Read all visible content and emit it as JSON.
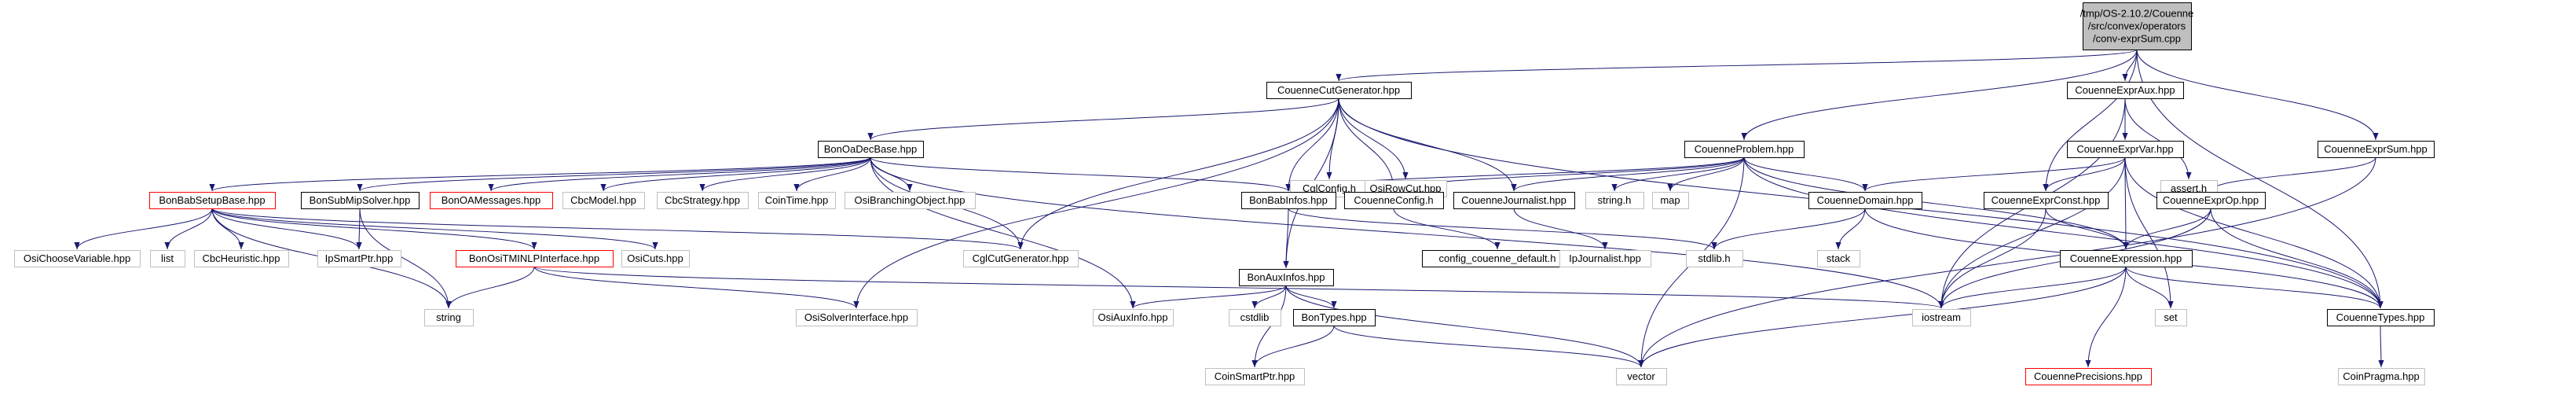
{
  "colors": {
    "background": "#ffffff",
    "node_border": "#000000",
    "ext_border": "#bfbfbf",
    "red_border": "#ff0000",
    "root_fill": "#bfbfbf",
    "text": "#000000",
    "ext_text": "#000000",
    "edge": "#191970"
  },
  "nodes": [
    {
      "id": "root",
      "lines": [
        "/tmp/OS-2.10.2/Couenne",
        "/src/convex/operators",
        "/conv-exprSum.cpp"
      ],
      "kind": "root"
    },
    {
      "id": "CouenneCutGenerator",
      "lines": [
        "CouenneCutGenerator.hpp"
      ],
      "kind": "normal"
    },
    {
      "id": "CouenneExprAux",
      "lines": [
        "CouenneExprAux.hpp"
      ],
      "kind": "normal"
    },
    {
      "id": "CouenneExprSum",
      "lines": [
        "CouenneExprSum.hpp"
      ],
      "kind": "normal"
    },
    {
      "id": "BonOaDecBase",
      "lines": [
        "BonOaDecBase.hpp"
      ],
      "kind": "normal"
    },
    {
      "id": "CglConfig",
      "lines": [
        "CglConfig.h"
      ],
      "kind": "ext"
    },
    {
      "id": "OsiRowCut",
      "lines": [
        "OsiRowCut.hpp"
      ],
      "kind": "ext"
    },
    {
      "id": "CouenneProblem",
      "lines": [
        "CouenneProblem.hpp"
      ],
      "kind": "normal"
    },
    {
      "id": "CouenneExprVar",
      "lines": [
        "CouenneExprVar.hpp"
      ],
      "kind": "normal"
    },
    {
      "id": "assert",
      "lines": [
        "assert.h"
      ],
      "kind": "ext"
    },
    {
      "id": "BonBabSetupBase",
      "lines": [
        "BonBabSetupBase.hpp"
      ],
      "kind": "red"
    },
    {
      "id": "BonSubMipSolver",
      "lines": [
        "BonSubMipSolver.hpp"
      ],
      "kind": "normal"
    },
    {
      "id": "BonOAMessages",
      "lines": [
        "BonOAMessages.hpp"
      ],
      "kind": "red"
    },
    {
      "id": "CbcModel",
      "lines": [
        "CbcModel.hpp"
      ],
      "kind": "ext"
    },
    {
      "id": "CbcStrategy",
      "lines": [
        "CbcStrategy.hpp"
      ],
      "kind": "ext"
    },
    {
      "id": "CoinTime",
      "lines": [
        "CoinTime.hpp"
      ],
      "kind": "ext"
    },
    {
      "id": "OsiBranchingObject",
      "lines": [
        "OsiBranchingObject.hpp"
      ],
      "kind": "ext"
    },
    {
      "id": "BonBabInfos",
      "lines": [
        "BonBabInfos.hpp"
      ],
      "kind": "normal"
    },
    {
      "id": "CouenneConfig",
      "lines": [
        "CouenneConfig.h"
      ],
      "kind": "normal"
    },
    {
      "id": "CouenneJournalist",
      "lines": [
        "CouenneJournalist.hpp"
      ],
      "kind": "normal"
    },
    {
      "id": "stringh",
      "lines": [
        "string.h"
      ],
      "kind": "ext"
    },
    {
      "id": "map",
      "lines": [
        "map"
      ],
      "kind": "ext"
    },
    {
      "id": "CouenneDomain",
      "lines": [
        "CouenneDomain.hpp"
      ],
      "kind": "normal"
    },
    {
      "id": "CouenneExprConst",
      "lines": [
        "CouenneExprConst.hpp"
      ],
      "kind": "normal"
    },
    {
      "id": "CouenneExprOp",
      "lines": [
        "CouenneExprOp.hpp"
      ],
      "kind": "normal"
    },
    {
      "id": "OsiChooseVariable",
      "lines": [
        "OsiChooseVariable.hpp"
      ],
      "kind": "ext"
    },
    {
      "id": "list",
      "lines": [
        "list"
      ],
      "kind": "ext"
    },
    {
      "id": "CbcHeuristic",
      "lines": [
        "CbcHeuristic.hpp"
      ],
      "kind": "ext"
    },
    {
      "id": "IpSmartPtr",
      "lines": [
        "IpSmartPtr.hpp"
      ],
      "kind": "ext"
    },
    {
      "id": "BonOsiTMINLPInterface",
      "lines": [
        "BonOsiTMINLPInterface.hpp"
      ],
      "kind": "red"
    },
    {
      "id": "OsiCuts",
      "lines": [
        "OsiCuts.hpp"
      ],
      "kind": "ext"
    },
    {
      "id": "CglCutGenerator",
      "lines": [
        "CglCutGenerator.hpp"
      ],
      "kind": "ext"
    },
    {
      "id": "config_couenne_default",
      "lines": [
        "config_couenne_default.h"
      ],
      "kind": "normal"
    },
    {
      "id": "IpJournalist",
      "lines": [
        "IpJournalist.hpp"
      ],
      "kind": "ext"
    },
    {
      "id": "stdlib",
      "lines": [
        "stdlib.h"
      ],
      "kind": "ext"
    },
    {
      "id": "stack",
      "lines": [
        "stack"
      ],
      "kind": "ext"
    },
    {
      "id": "CouenneExpression",
      "lines": [
        "CouenneExpression.hpp"
      ],
      "kind": "normal"
    },
    {
      "id": "BonAuxInfos",
      "lines": [
        "BonAuxInfos.hpp"
      ],
      "kind": "normal"
    },
    {
      "id": "string",
      "lines": [
        "string"
      ],
      "kind": "ext"
    },
    {
      "id": "OsiSolverInterface",
      "lines": [
        "OsiSolverInterface.hpp"
      ],
      "kind": "ext"
    },
    {
      "id": "iostream",
      "lines": [
        "iostream"
      ],
      "kind": "ext"
    },
    {
      "id": "OsiAuxInfo",
      "lines": [
        "OsiAuxInfo.hpp"
      ],
      "kind": "ext"
    },
    {
      "id": "cstdlib",
      "lines": [
        "cstdlib"
      ],
      "kind": "ext"
    },
    {
      "id": "BonTypes",
      "lines": [
        "BonTypes.hpp"
      ],
      "kind": "normal"
    },
    {
      "id": "CouennePrecisions",
      "lines": [
        "CouennePrecisions.hpp"
      ],
      "kind": "red"
    },
    {
      "id": "set",
      "lines": [
        "set"
      ],
      "kind": "ext"
    },
    {
      "id": "CouenneTypes",
      "lines": [
        "CouenneTypes.hpp"
      ],
      "kind": "normal"
    },
    {
      "id": "CoinSmartPtr",
      "lines": [
        "CoinSmartPtr.hpp"
      ],
      "kind": "ext"
    },
    {
      "id": "vector",
      "lines": [
        "vector"
      ],
      "kind": "ext"
    },
    {
      "id": "CoinPragma",
      "lines": [
        "CoinPragma.hpp"
      ],
      "kind": "ext"
    }
  ],
  "edges": [
    [
      "root",
      "CouenneCutGenerator"
    ],
    [
      "root",
      "CouenneProblem"
    ],
    [
      "root",
      "CouenneExprAux"
    ],
    [
      "root",
      "CouenneExprConst"
    ],
    [
      "root",
      "CouenneExprSum"
    ],
    [
      "root",
      "CouenneTypes"
    ],
    [
      "CouenneCutGenerator",
      "BonOaDecBase"
    ],
    [
      "CouenneCutGenerator",
      "CglConfig"
    ],
    [
      "CouenneCutGenerator",
      "OsiRowCut"
    ],
    [
      "CouenneCutGenerator",
      "CouenneConfig"
    ],
    [
      "CouenneCutGenerator",
      "CouenneJournalist"
    ],
    [
      "CouenneCutGenerator",
      "BonBabInfos"
    ],
    [
      "CouenneCutGenerator",
      "BonAuxInfos"
    ],
    [
      "CouenneCutGenerator",
      "CglCutGenerator"
    ],
    [
      "CouenneCutGenerator",
      "OsiSolverInterface"
    ],
    [
      "CouenneCutGenerator",
      "CouenneTypes"
    ],
    [
      "BonOaDecBase",
      "BonBabSetupBase"
    ],
    [
      "BonOaDecBase",
      "BonSubMipSolver"
    ],
    [
      "BonOaDecBase",
      "BonOAMessages"
    ],
    [
      "BonOaDecBase",
      "CbcModel"
    ],
    [
      "BonOaDecBase",
      "CbcStrategy"
    ],
    [
      "BonOaDecBase",
      "CoinTime"
    ],
    [
      "BonOaDecBase",
      "OsiBranchingObject"
    ],
    [
      "BonOaDecBase",
      "BonBabInfos"
    ],
    [
      "BonOaDecBase",
      "CglCutGenerator"
    ],
    [
      "BonOaDecBase",
      "OsiAuxInfo"
    ],
    [
      "BonOaDecBase",
      "iostream"
    ],
    [
      "BonBabSetupBase",
      "OsiChooseVariable"
    ],
    [
      "BonBabSetupBase",
      "list"
    ],
    [
      "BonBabSetupBase",
      "CbcHeuristic"
    ],
    [
      "BonBabSetupBase",
      "IpSmartPtr"
    ],
    [
      "BonBabSetupBase",
      "BonOsiTMINLPInterface"
    ],
    [
      "BonBabSetupBase",
      "OsiCuts"
    ],
    [
      "BonBabSetupBase",
      "CglCutGenerator"
    ],
    [
      "BonBabSetupBase",
      "string"
    ],
    [
      "BonSubMipSolver",
      "IpSmartPtr"
    ],
    [
      "BonSubMipSolver",
      "string"
    ],
    [
      "BonOsiTMINLPInterface",
      "string"
    ],
    [
      "BonOsiTMINLPInterface",
      "OsiSolverInterface"
    ],
    [
      "BonOsiTMINLPInterface",
      "iostream"
    ],
    [
      "BonBabInfos",
      "BonAuxInfos"
    ],
    [
      "BonBabInfos",
      "stdlib"
    ],
    [
      "BonAuxInfos",
      "OsiAuxInfo"
    ],
    [
      "BonAuxInfos",
      "cstdlib"
    ],
    [
      "BonAuxInfos",
      "BonTypes"
    ],
    [
      "BonAuxInfos",
      "CoinSmartPtr"
    ],
    [
      "BonAuxInfos",
      "vector"
    ],
    [
      "BonTypes",
      "CoinSmartPtr"
    ],
    [
      "BonTypes",
      "vector"
    ],
    [
      "CouenneConfig",
      "config_couenne_default"
    ],
    [
      "CouenneJournalist",
      "IpJournalist"
    ],
    [
      "CouenneProblem",
      "CouenneConfig"
    ],
    [
      "CouenneProblem",
      "CouenneJournalist"
    ],
    [
      "CouenneProblem",
      "stringh"
    ],
    [
      "CouenneProblem",
      "map"
    ],
    [
      "CouenneProblem",
      "CouenneDomain"
    ],
    [
      "CouenneProblem",
      "BonBabInfos"
    ],
    [
      "CouenneProblem",
      "CouenneExpression"
    ],
    [
      "CouenneProblem",
      "CouenneTypes"
    ],
    [
      "CouenneProblem",
      "vector"
    ],
    [
      "CouenneExprAux",
      "CouenneExprVar"
    ],
    [
      "CouenneExprAux",
      "assert"
    ],
    [
      "CouenneExprAux",
      "iostream"
    ],
    [
      "CouenneExprVar",
      "CouenneDomain"
    ],
    [
      "CouenneExprVar",
      "CouenneExprConst"
    ],
    [
      "CouenneExprVar",
      "CouenneExpression"
    ],
    [
      "CouenneExprVar",
      "CouenneTypes"
    ],
    [
      "CouenneExprVar",
      "iostream"
    ],
    [
      "CouenneExprVar",
      "set"
    ],
    [
      "CouenneDomain",
      "stdlib"
    ],
    [
      "CouenneDomain",
      "stack"
    ],
    [
      "CouenneDomain",
      "CouenneTypes"
    ],
    [
      "CouenneExprConst",
      "CouenneExpression"
    ],
    [
      "CouenneExprConst",
      "iostream"
    ],
    [
      "CouenneExprSum",
      "CouenneExprOp"
    ],
    [
      "CouenneExprSum",
      "vector"
    ],
    [
      "CouenneExprOp",
      "CouenneExpression"
    ],
    [
      "CouenneExprOp",
      "CouenneTypes"
    ],
    [
      "CouenneExprOp",
      "iostream"
    ],
    [
      "CouenneExpression",
      "iostream"
    ],
    [
      "CouenneExpression",
      "set"
    ],
    [
      "CouenneExpression",
      "CouennePrecisions"
    ],
    [
      "CouenneExpression",
      "CouenneTypes"
    ],
    [
      "CouenneExpression",
      "vector"
    ],
    [
      "CouenneTypes",
      "CoinPragma"
    ]
  ]
}
